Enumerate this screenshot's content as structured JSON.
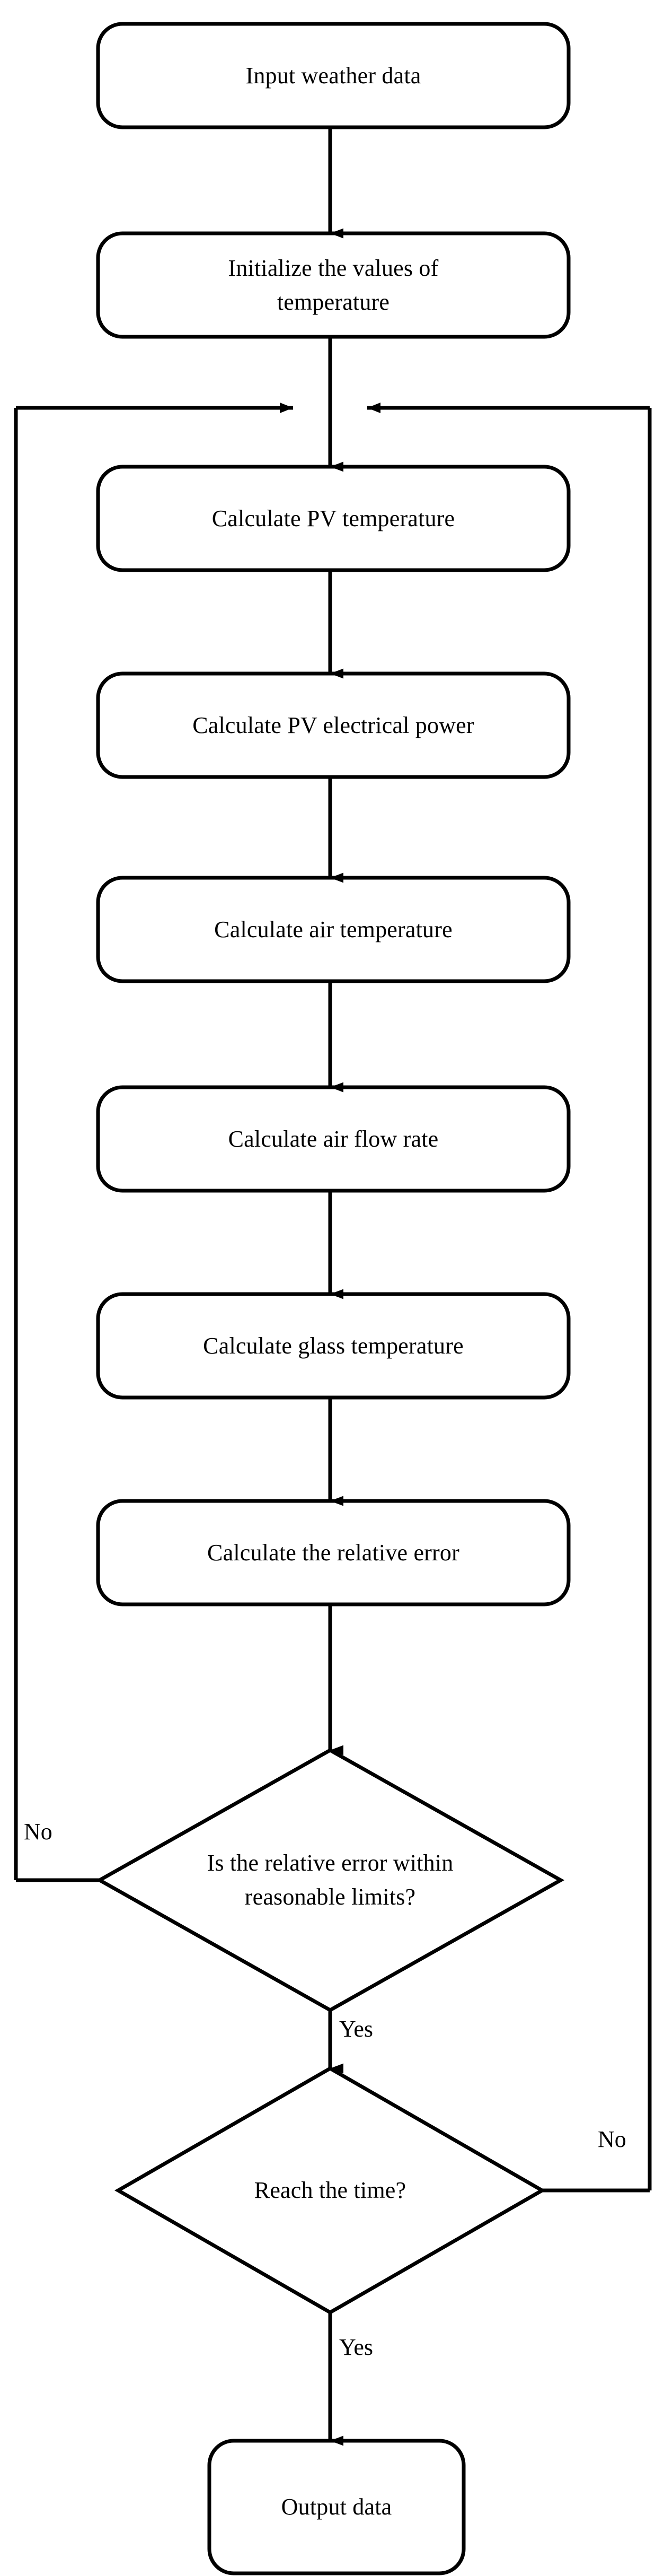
{
  "diagram": {
    "type": "flowchart",
    "orientation": "top-to-bottom",
    "stroke_color": "#000000",
    "background_color": "#ffffff",
    "text_color": "#000000"
  },
  "nodes": [
    {
      "id": "n1",
      "shape": "rounded-rectangle",
      "role": "start",
      "text": "Input weather data"
    },
    {
      "id": "n2",
      "shape": "rounded-rectangle",
      "role": "process",
      "text_line1": "Initialize the values of",
      "text_line2": "temperature"
    },
    {
      "id": "n3",
      "shape": "rounded-rectangle",
      "role": "process",
      "text": "Calculate PV temperature"
    },
    {
      "id": "n4",
      "shape": "rounded-rectangle",
      "role": "process",
      "text": "Calculate PV electrical power"
    },
    {
      "id": "n5",
      "shape": "rounded-rectangle",
      "role": "process",
      "text": "Calculate air temperature"
    },
    {
      "id": "n6",
      "shape": "rounded-rectangle",
      "role": "process",
      "text": "Calculate air flow rate"
    },
    {
      "id": "n7",
      "shape": "rounded-rectangle",
      "role": "process",
      "text": "Calculate glass temperature"
    },
    {
      "id": "n8",
      "shape": "rounded-rectangle",
      "role": "process",
      "text": "Calculate the relative error"
    },
    {
      "id": "d1",
      "shape": "diamond",
      "role": "decision",
      "text_line1": "Is the relative error within",
      "text_line2": "reasonable limits?"
    },
    {
      "id": "d2",
      "shape": "diamond",
      "role": "decision",
      "text": "Reach the time?"
    },
    {
      "id": "n9",
      "shape": "rounded-rectangle",
      "role": "end",
      "text": "Output  data"
    }
  ],
  "edge_labels": {
    "d1_no": "No",
    "d1_yes": "Yes",
    "d2_no": "No",
    "d2_yes": "Yes"
  },
  "edges": [
    {
      "from": "n1",
      "to": "n2",
      "label": ""
    },
    {
      "from": "n2",
      "to": "n3",
      "label": ""
    },
    {
      "from": "n3",
      "to": "n4",
      "label": ""
    },
    {
      "from": "n4",
      "to": "n5",
      "label": ""
    },
    {
      "from": "n5",
      "to": "n6",
      "label": ""
    },
    {
      "from": "n6",
      "to": "n7",
      "label": ""
    },
    {
      "from": "n7",
      "to": "n8",
      "label": ""
    },
    {
      "from": "n8",
      "to": "d1",
      "label": ""
    },
    {
      "from": "d1",
      "to": "loop-top",
      "label": "No",
      "side": "left"
    },
    {
      "from": "d1",
      "to": "d2",
      "label": "Yes",
      "side": "bottom"
    },
    {
      "from": "d2",
      "to": "loop-top",
      "label": "No",
      "side": "right"
    },
    {
      "from": "d2",
      "to": "n9",
      "label": "Yes",
      "side": "bottom"
    }
  ]
}
